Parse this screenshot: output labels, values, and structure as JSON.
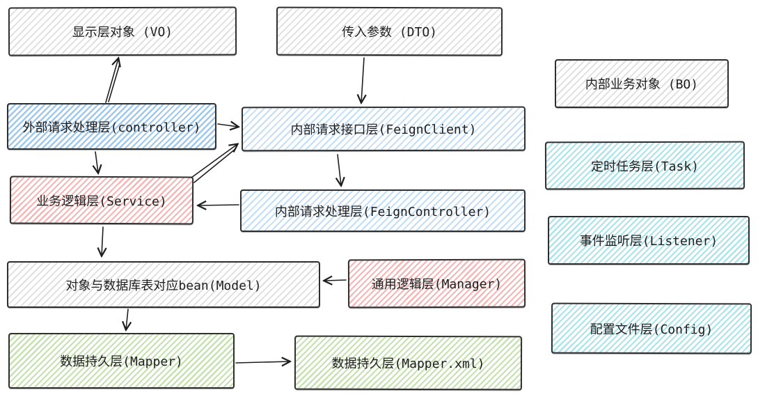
{
  "diagram_type": "layered-architecture-sketch",
  "palette": {
    "stroke": "#1e1e1e",
    "gray": "#e9e9e9",
    "blue": "#74b3ea",
    "lightBlue": "#a8d3f2",
    "red": "#f19c9c",
    "green": "#b2d89a",
    "cyan": "#92dbe6",
    "background": "#ffffff"
  },
  "nodes": {
    "vo": {
      "label": "显示层对象 (VO)",
      "fill": "#e9e9e9"
    },
    "dto": {
      "label": "传入参数 (DTO)",
      "fill": "#e9e9e9"
    },
    "controller": {
      "label": "外部请求处理层(controller)",
      "fill": "#74b3ea"
    },
    "feignclient": {
      "label": "内部请求接口层(FeignClient)",
      "fill": "#a8d3f2"
    },
    "service": {
      "label": "业务逻辑层(Service)",
      "fill": "#f19c9c"
    },
    "feigncontroller": {
      "label": "内部请求处理层(FeignController)",
      "fill": "#a8d3f2"
    },
    "model": {
      "label": "对象与数据库表对应bean(Model)",
      "fill": "#e9e9e9"
    },
    "manager": {
      "label": "通用逻辑层(Manager)",
      "fill": "#f19c9c"
    },
    "mapper": {
      "label": "数据持久层(Mapper)",
      "fill": "#b2d89a"
    },
    "mapperxml": {
      "label": "数据持久层(Mapper.xml)",
      "fill": "#b2d89a"
    },
    "bo": {
      "label": "内部业务对象 (BO)",
      "fill": "#e9e9e9"
    },
    "task": {
      "label": "定时任务层(Task)",
      "fill": "#92dbe6"
    },
    "listener": {
      "label": "事件监听层(Listener)",
      "fill": "#92dbe6"
    },
    "config": {
      "label": "配置文件层(Config)",
      "fill": "#92dbe6"
    }
  },
  "edges": [
    {
      "from": "controller",
      "to": "vo"
    },
    {
      "from": "dto",
      "to": "feignclient"
    },
    {
      "from": "controller",
      "to": "feignclient"
    },
    {
      "from": "controller",
      "to": "service"
    },
    {
      "from": "service",
      "to": "feignclient"
    },
    {
      "from": "feignclient",
      "to": "feigncontroller"
    },
    {
      "from": "feigncontroller",
      "to": "service"
    },
    {
      "from": "service",
      "to": "model"
    },
    {
      "from": "manager",
      "to": "model"
    },
    {
      "from": "model",
      "to": "mapper"
    },
    {
      "from": "mapper",
      "to": "mapperxml"
    }
  ]
}
